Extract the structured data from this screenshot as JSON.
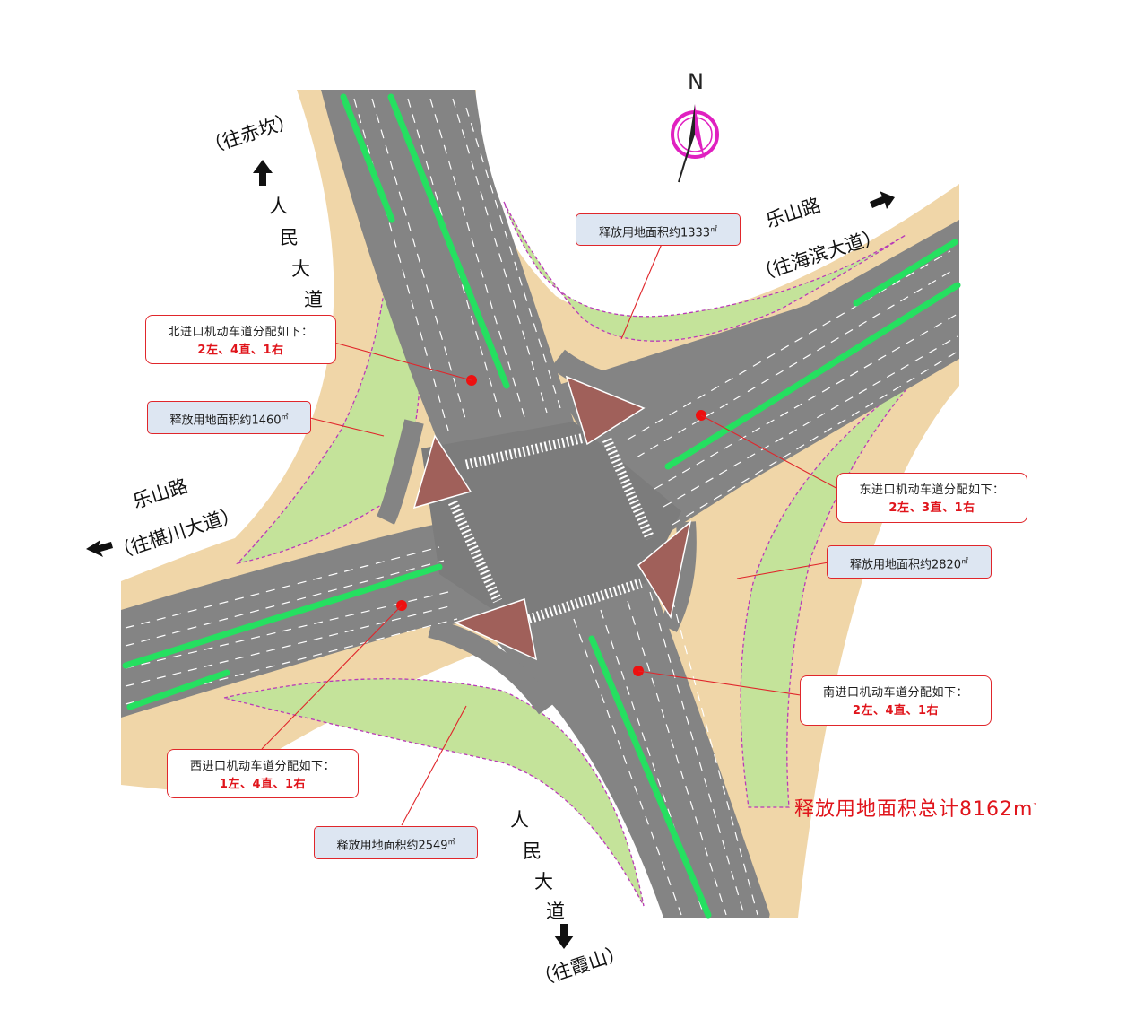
{
  "north_arrow": {
    "letter": "N"
  },
  "road_labels": {
    "north_direction": "（往赤坎）",
    "north_road": [
      "人",
      "民",
      "大",
      "道"
    ],
    "east_road": "乐山路",
    "east_direction": "（往海滨大道）",
    "west_road": "乐山路",
    "west_direction": "（往椹川大道）",
    "south_road": [
      "人",
      "民",
      "大",
      "道"
    ],
    "south_direction": "（往霞山）"
  },
  "lane_allocations": {
    "north": {
      "title": "北进口机动车道分配如下：",
      "lanes": "2左、4直、1右"
    },
    "east": {
      "title": "东进口机动车道分配如下：",
      "lanes": "2左、3直、1右"
    },
    "south": {
      "title": "南进口机动车道分配如下：",
      "lanes": "2左、4直、1右"
    },
    "west": {
      "title": "西进口机动车道分配如下：",
      "lanes": "1左、4直、1右"
    }
  },
  "released_areas": {
    "north_east": {
      "text": "释放用地面积约1333",
      "unit": "㎡"
    },
    "north_west": {
      "text": "释放用地面积约1460",
      "unit": "㎡"
    },
    "south_east": {
      "text": "释放用地面积约2820",
      "unit": "㎡"
    },
    "south_west": {
      "text": "释放用地面积约2549",
      "unit": "㎡"
    }
  },
  "total": {
    "text": "释放用地面积总计8162m",
    "unit": "²"
  },
  "colors": {
    "road": "#848484",
    "land": "#f0d6a8",
    "green_space": "#c4e39a",
    "median": "#25e060",
    "island": "#a0605a",
    "boundary": "#b93ab8",
    "callout": "#e0262b",
    "compass": "#e020c0"
  }
}
